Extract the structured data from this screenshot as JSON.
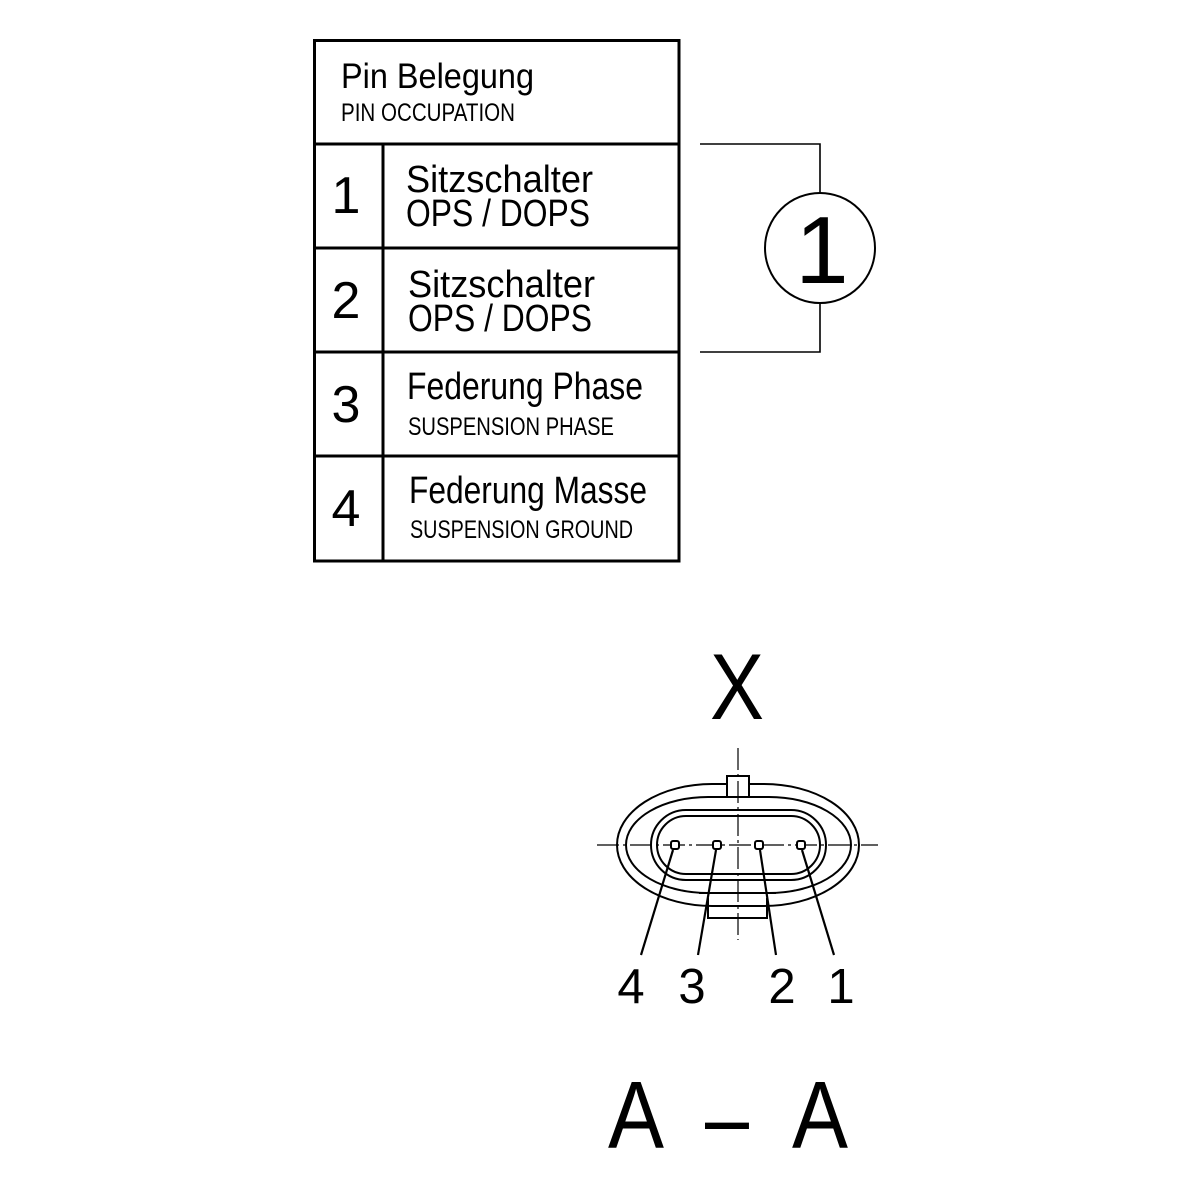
{
  "table": {
    "title": "Pin Belegung",
    "subtitle": "PIN OCCUPATION",
    "rows": [
      {
        "pin": "1",
        "label": "Sitzschalter",
        "sublabel": "OPS / DOPS"
      },
      {
        "pin": "2",
        "label": "Sitzschalter",
        "sublabel": "OPS / DOPS"
      },
      {
        "pin": "3",
        "label": "Federung Phase",
        "sublabel": "SUSPENSION PHASE"
      },
      {
        "pin": "4",
        "label": "Federung Masse",
        "sublabel": "SUSPENSION GROUND"
      }
    ]
  },
  "callout": {
    "number": "1"
  },
  "connector": {
    "view_label": "X",
    "pin_labels": [
      "4",
      "3",
      "2",
      "1"
    ],
    "section_label": [
      "A",
      "–",
      "A"
    ]
  }
}
